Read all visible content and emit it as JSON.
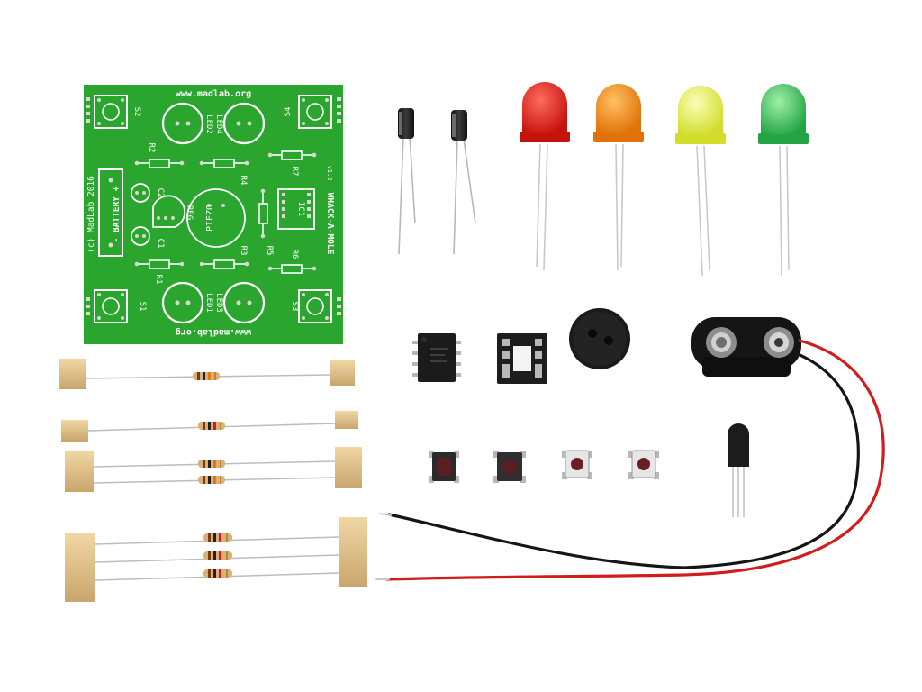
{
  "pcb": {
    "url_top": "www.madlab.org",
    "url_bottom": "www.madlab.org",
    "copyright": "(c) MadLab 2016",
    "battery": "- BATTERY +",
    "title": "WHACK-A-MOLE",
    "version": "v1.2",
    "labels": {
      "s1": "S1",
      "s2": "S2",
      "s3": "S3",
      "s4": "S4",
      "led1": "LED1",
      "led2": "LED2",
      "led3": "LED3",
      "led4": "LED4",
      "r1": "R1",
      "r2": "R2",
      "r3": "R3",
      "r4": "R4",
      "r5": "R5",
      "r6": "R6",
      "r7": "R7",
      "c1": "C1",
      "c2": "C2",
      "reg": "REG",
      "piezo": "PIEZO",
      "ic1": "IC1"
    },
    "colors": {
      "board": "#2aa62f",
      "silk": "#ffffff",
      "pad": "#d8d8d0"
    }
  },
  "components": {
    "led_colors": [
      "#e0231a",
      "#f08a14",
      "#e8ee4a",
      "#3cc35a"
    ],
    "wire_colors": {
      "red": "#d11d1d",
      "black": "#151515"
    }
  }
}
